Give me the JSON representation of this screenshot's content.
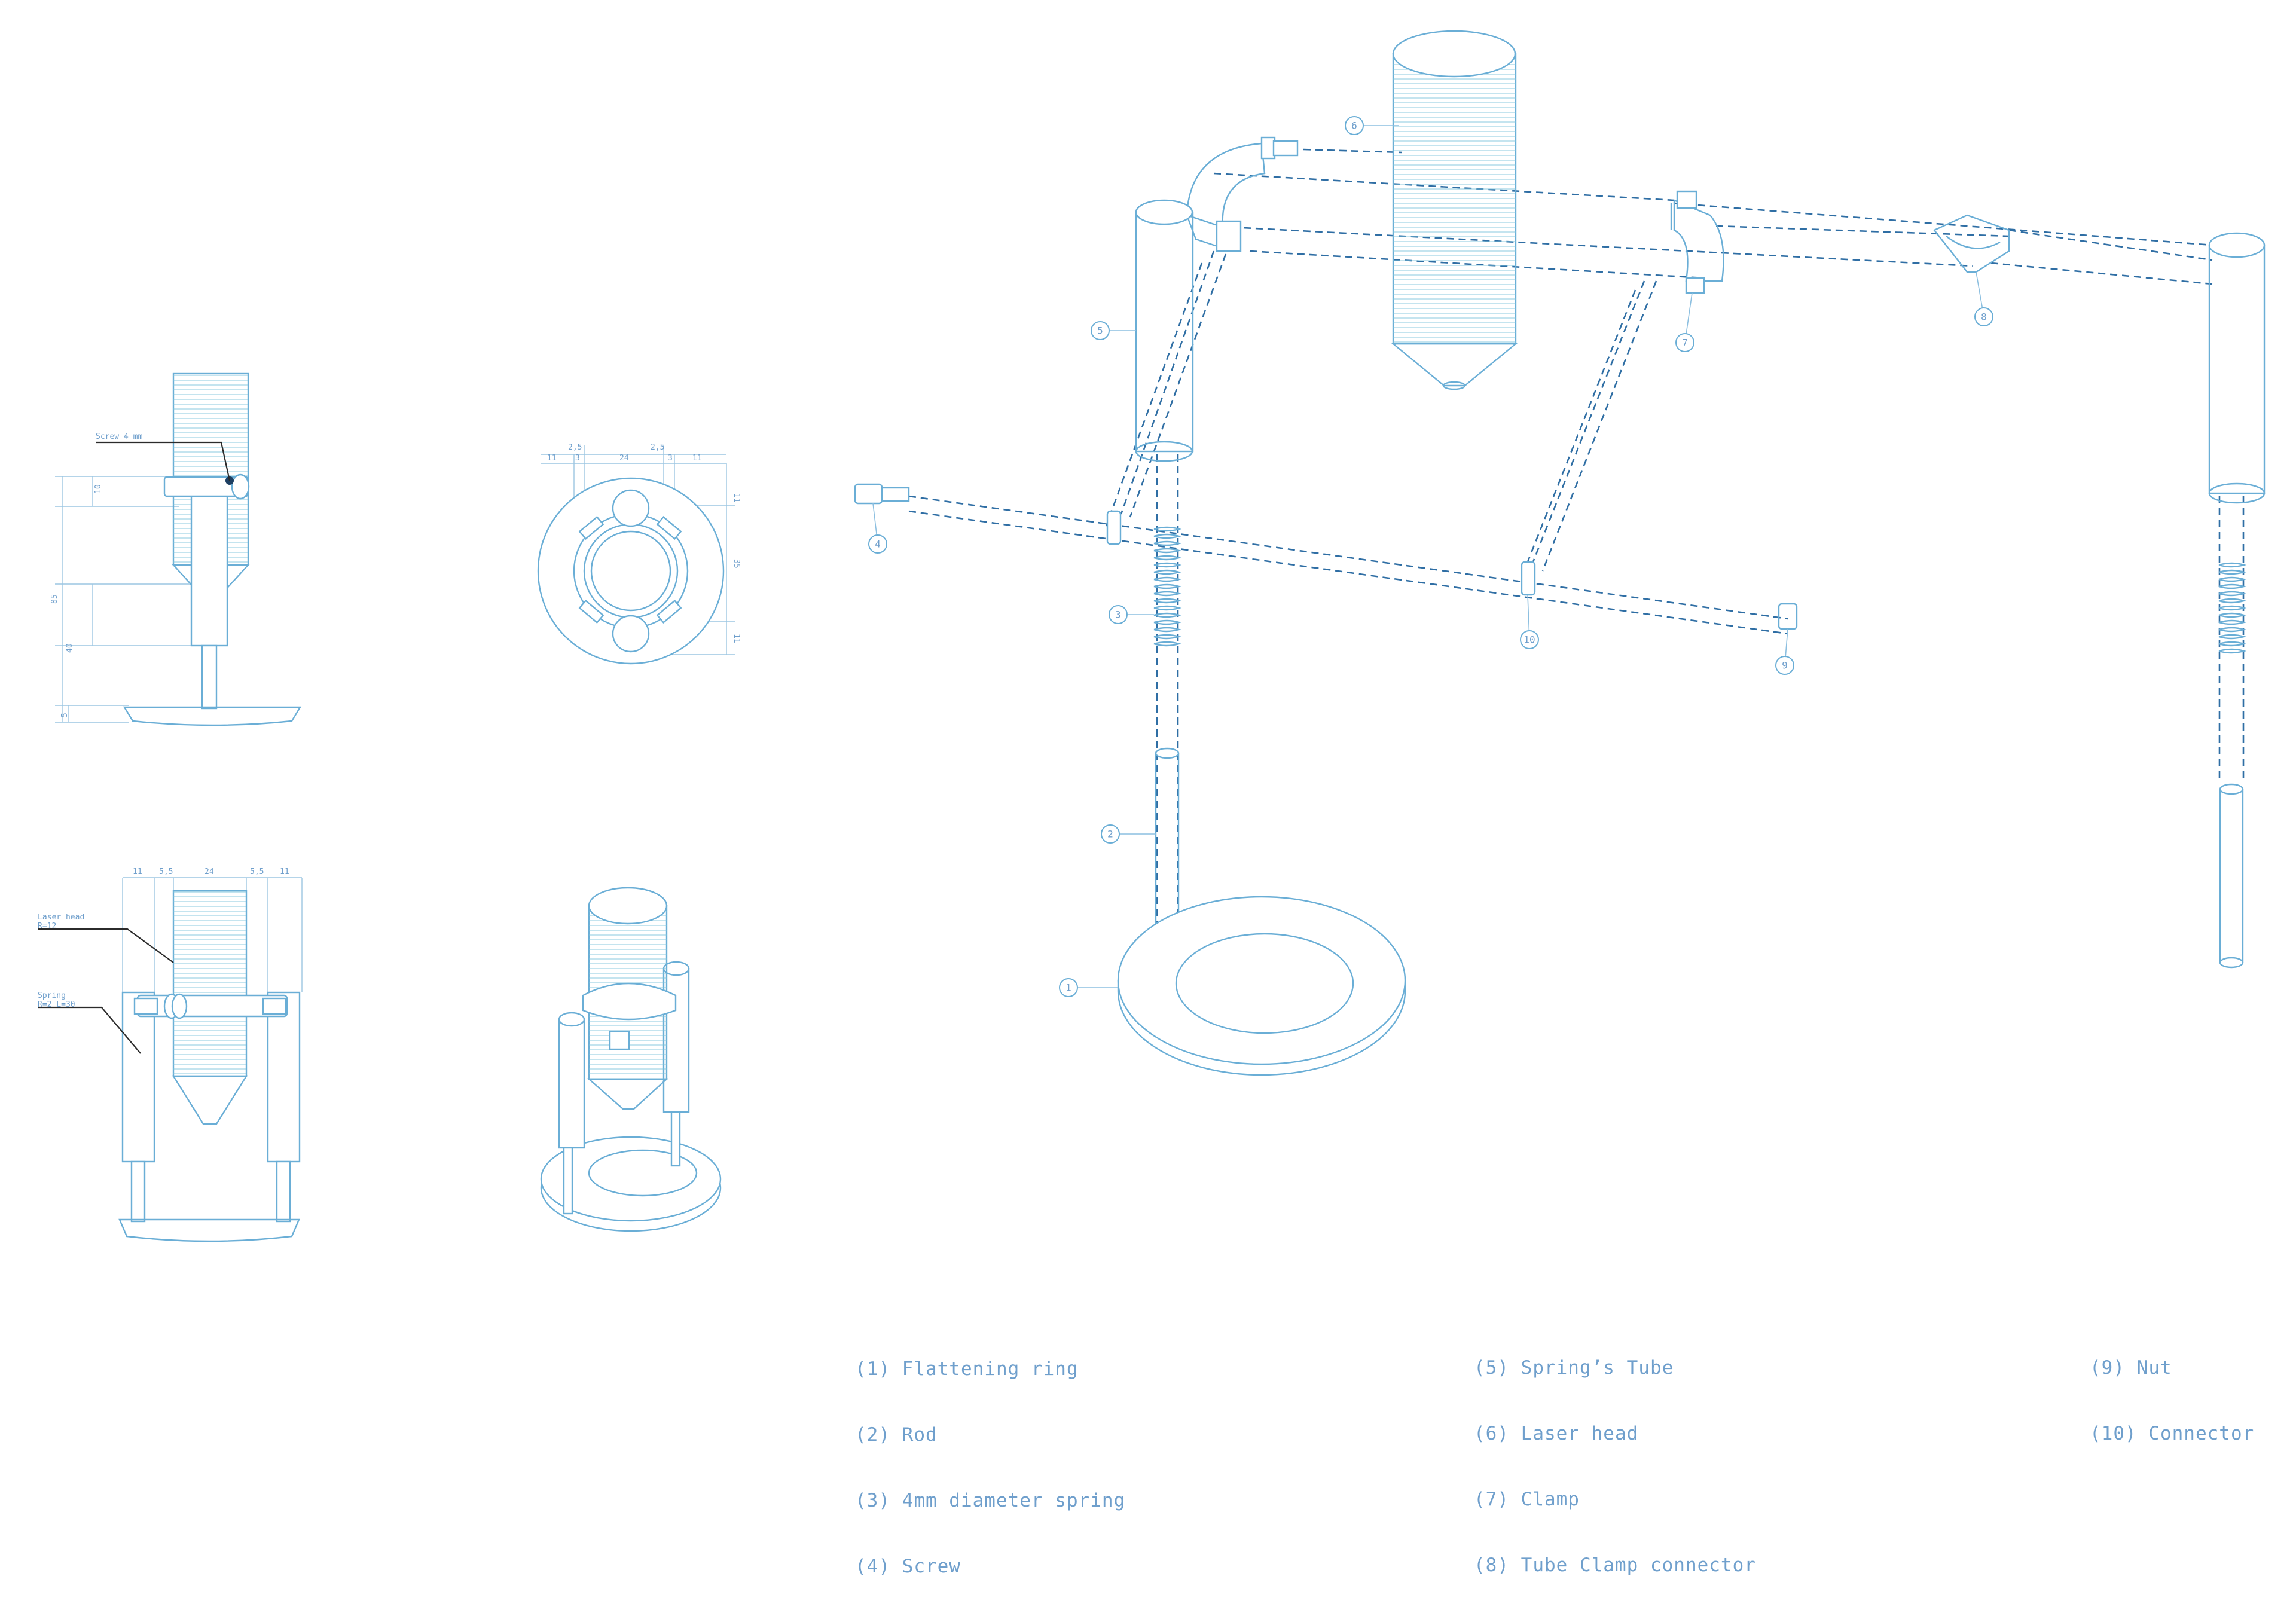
{
  "colors": {
    "line": "#6aaed6",
    "dashed_guides": "#2f6ea4",
    "text": "#6f9fcc",
    "fill_light": "#e3f4fb",
    "fill_mid": "#bfe6f1",
    "fill_dark": "#8fd3df"
  },
  "side_view": {
    "screw_note": "Screw 4 mm",
    "dims": [
      "10",
      "85",
      "40",
      "5"
    ]
  },
  "top_view": {
    "dims": [
      "11",
      "3",
      "2,5",
      "24",
      "2,5",
      "3",
      "11",
      "11",
      "35",
      "11"
    ]
  },
  "front_view": {
    "dims": [
      "11",
      "5,5",
      "24",
      "5,5",
      "11"
    ],
    "laser_note_1": "Laser head",
    "laser_note_2": "R=12",
    "spring_note_1": "Spring",
    "spring_note_2": "R=2 L=30"
  },
  "callouts": {
    "c1": "1",
    "c2": "2",
    "c3": "3",
    "c4": "4",
    "c5": "5",
    "c6": "6",
    "c7": "7",
    "c8": "8",
    "c9": "9",
    "c10": "10"
  },
  "legend": [
    "(1) Flattening ring",
    "(2) Rod",
    "(3) 4mm diameter spring",
    "(4) Screw",
    "(5) Spring’s Tube",
    "(6) Laser head",
    "(7) Clamp",
    "(8) Tube Clamp connector",
    "(9) Nut",
    "(10) Connector"
  ]
}
